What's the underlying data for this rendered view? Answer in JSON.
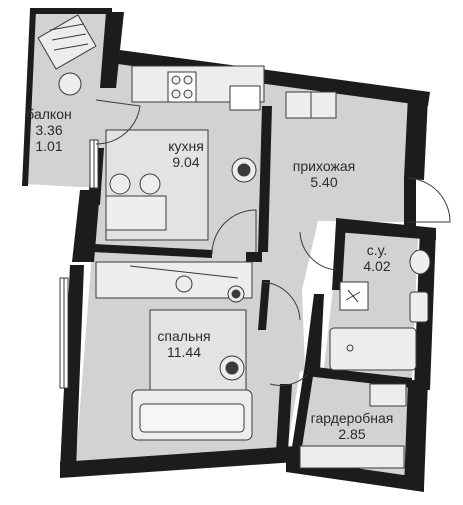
{
  "colors": {
    "background": "#ffffff",
    "floor": "#d2d2d2",
    "wall": "#1c1c1c",
    "line": "#3a3a3a",
    "furniture": "#ededed",
    "text": "#2b2b2b"
  },
  "rooms": {
    "balcony": {
      "name": "балкон",
      "area": "3.36",
      "area2": "1.01"
    },
    "kitchen": {
      "name": "кухня",
      "area": "9.04"
    },
    "hallway": {
      "name": "прихожая",
      "area": "5.40"
    },
    "bathroom": {
      "name": "с.у.",
      "area": "4.02"
    },
    "bedroom": {
      "name": "спальня",
      "area": "11.44"
    },
    "wardrobe": {
      "name": "гардеробная",
      "area": "2.85"
    }
  }
}
